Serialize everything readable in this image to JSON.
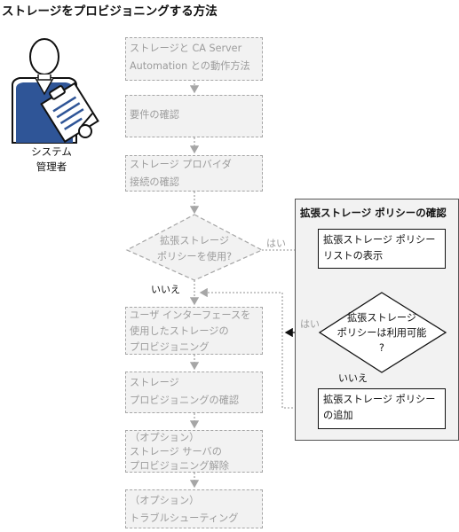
{
  "title": "ストレージをプロビジョニングする方法",
  "role": {
    "line1": "システム",
    "line2": "管理者"
  },
  "steps": [
    {
      "line1": "ストレージと CA Server",
      "line2": "Automation との動作方法"
    },
    {
      "line1": "要件の確認",
      "line2": ""
    },
    {
      "line1": "ストレージ プロバイダ",
      "line2": "接続の確認"
    },
    {
      "line1": "ユーザ インターフェースを",
      "line2": "使用したストレージの",
      "line3": "プロビジョニング"
    },
    {
      "line1": "ストレージ",
      "line2": "プロビジョニングの確認"
    },
    {
      "line1": "（オプション）",
      "line2": "ストレージ サーバの",
      "line3": "プロビジョニング解除"
    },
    {
      "line1": "（オプション）",
      "line2": "トラブルシューティング"
    }
  ],
  "decision_main": {
    "line1": "拡張ストレージ",
    "line2": "ポリシーを使用?"
  },
  "labels": {
    "yes1": "はい",
    "no1": "いいえ",
    "yes2": "はい",
    "no2": "いいえ"
  },
  "panel": {
    "title": "拡張ストレージ ポリシーの確認",
    "box1": {
      "line1": "拡張ストレージ ポリシー",
      "line2": "リストの表示"
    },
    "decision": {
      "line1": "拡張ストレージ",
      "line2": "ポリシーは利用可能",
      "line3": "?"
    },
    "box2": {
      "line1": "拡張ストレージ ポリシー",
      "line2": "の追加"
    }
  },
  "colors": {
    "dashed": "#a6a6a6",
    "step_fill": "#f2f2f2",
    "step_text": "#9c9c9c",
    "icon_blue": "#2f5597",
    "dark": "#111111"
  },
  "icons": [
    "person-icon",
    "clipboard-icon",
    "pen-icon"
  ]
}
